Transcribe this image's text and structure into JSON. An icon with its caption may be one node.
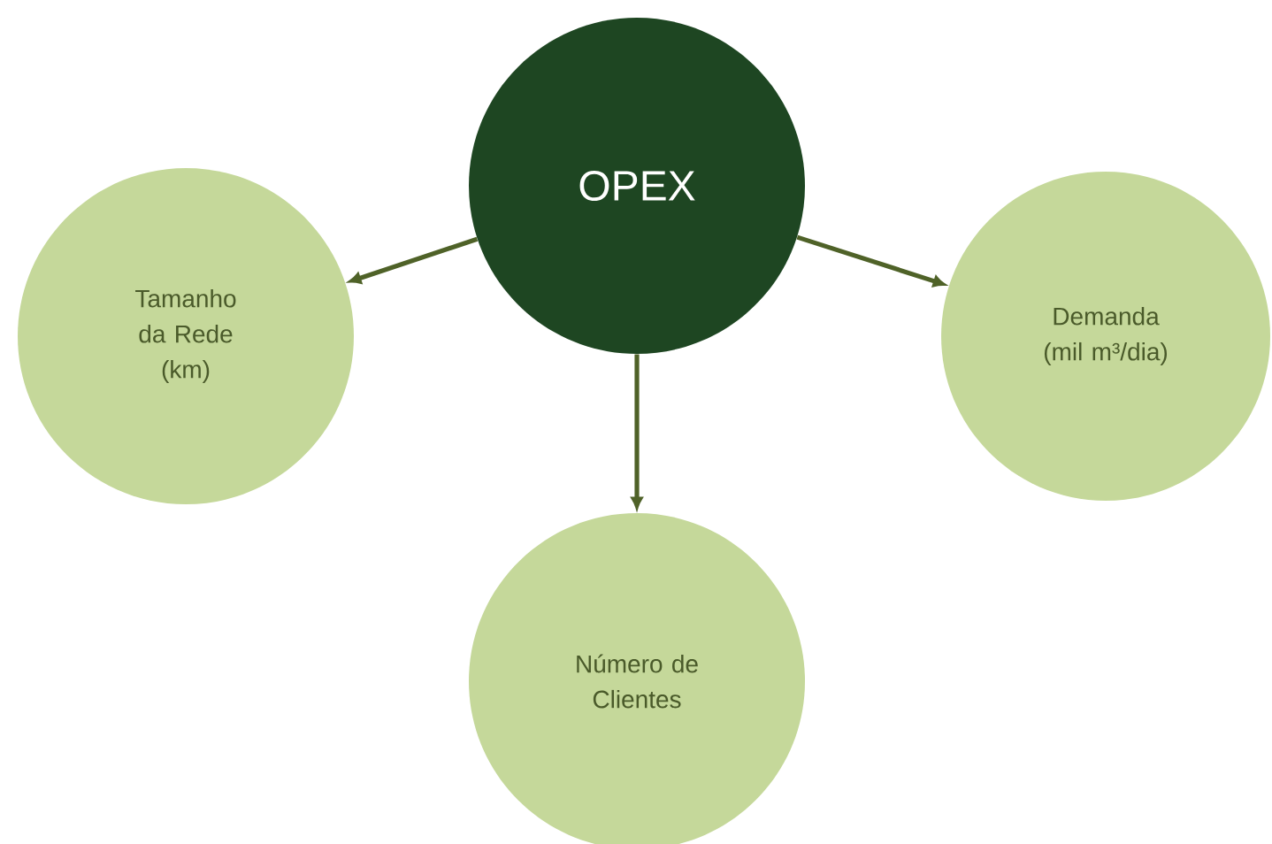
{
  "diagram": {
    "nodes": [
      {
        "text": [
          "OPEX"
        ]
      },
      {
        "text": [
          "Tamanho da Rede (km)"
        ]
      },
      {
        "text": [
          "Demanda (mil m³/dia)"
        ]
      },
      {
        "text": [
          "Número de Clientes"
        ]
      }
    ],
    "edges": [
      {
        "from": 0,
        "to": 1,
        "arrow": "to"
      },
      {
        "from": 0,
        "to": 2,
        "arrow": "to"
      },
      {
        "from": 0,
        "to": 3,
        "arrow": "to"
      }
    ]
  }
}
